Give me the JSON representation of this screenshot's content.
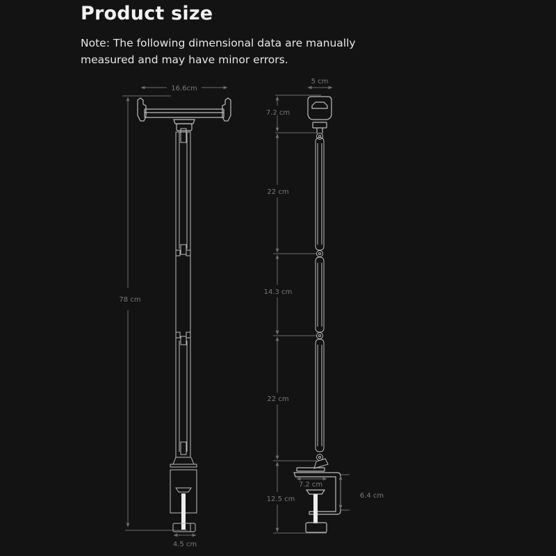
{
  "header": {
    "title": "Product size",
    "note": "Note: The following dimensional data are manually measured and may have minor errors."
  },
  "front_view": {
    "holder_width": "16.6cm",
    "total_height": "78 cm",
    "clamp_width": "4.5 cm"
  },
  "side_view": {
    "head_width": "5 cm",
    "head_height": "7.2 cm",
    "arm_upper": "22 cm",
    "arm_middle": "14.3 cm",
    "arm_lower": "22 cm",
    "clamp_height": "12.5  cm",
    "clamp_depth": "7.2 cm",
    "clamp_opening": "6.4 cm"
  },
  "colors": {
    "background": "#131313",
    "line": "#bdbdbd",
    "dimension": "#6e6e6e",
    "dimension_text": "#7a7a7a"
  }
}
